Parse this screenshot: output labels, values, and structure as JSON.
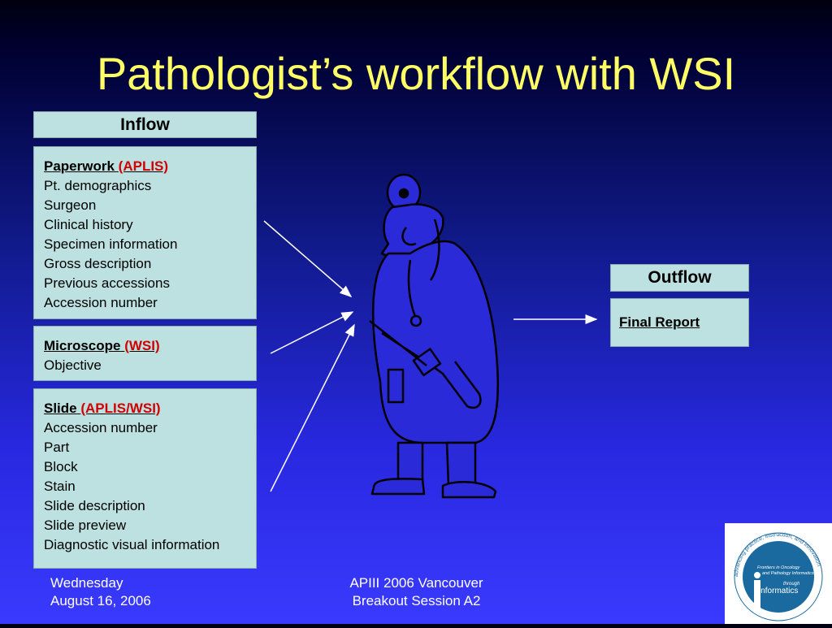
{
  "slide": {
    "title": "Pathologist’s workflow with WSI",
    "inflow_label": "Inflow",
    "outflow_label": "Outflow",
    "paperwork": {
      "heading": "Paperwork",
      "tag": "(APLIS)",
      "items": [
        "Pt. demographics",
        "Surgeon",
        "Clinical history",
        "Specimen information",
        "Gross description",
        "Previous accessions",
        "Accession number"
      ]
    },
    "microscope": {
      "heading": "Microscope",
      "tag": "(WSI)",
      "items": [
        "Objective"
      ]
    },
    "slide_box": {
      "heading": "Slide",
      "tag": "(APLIS/WSI)",
      "items": [
        "Accession number",
        "Part",
        "Block",
        "Stain",
        "Slide description",
        "Slide preview",
        "Diagnostic visual information"
      ]
    },
    "final_report": "Final Report",
    "footer_left": [
      "Wednesday",
      "August 16, 2006"
    ],
    "footer_center": [
      "APIII 2006 Vancouver",
      "Breakout Session A2"
    ]
  },
  "logo": {
    "ring_text": "advancing practice, instruction, and innovation",
    "inner_line1": "Frontiers in Oncology",
    "inner_line2": "and Pathology Informatics",
    "through": "through",
    "name": "informatics"
  },
  "colors": {
    "title": "#ffff66",
    "box_fill": "#bde0e0",
    "tag_red": "#d00000",
    "figure_blue": "#2a2ad8"
  }
}
